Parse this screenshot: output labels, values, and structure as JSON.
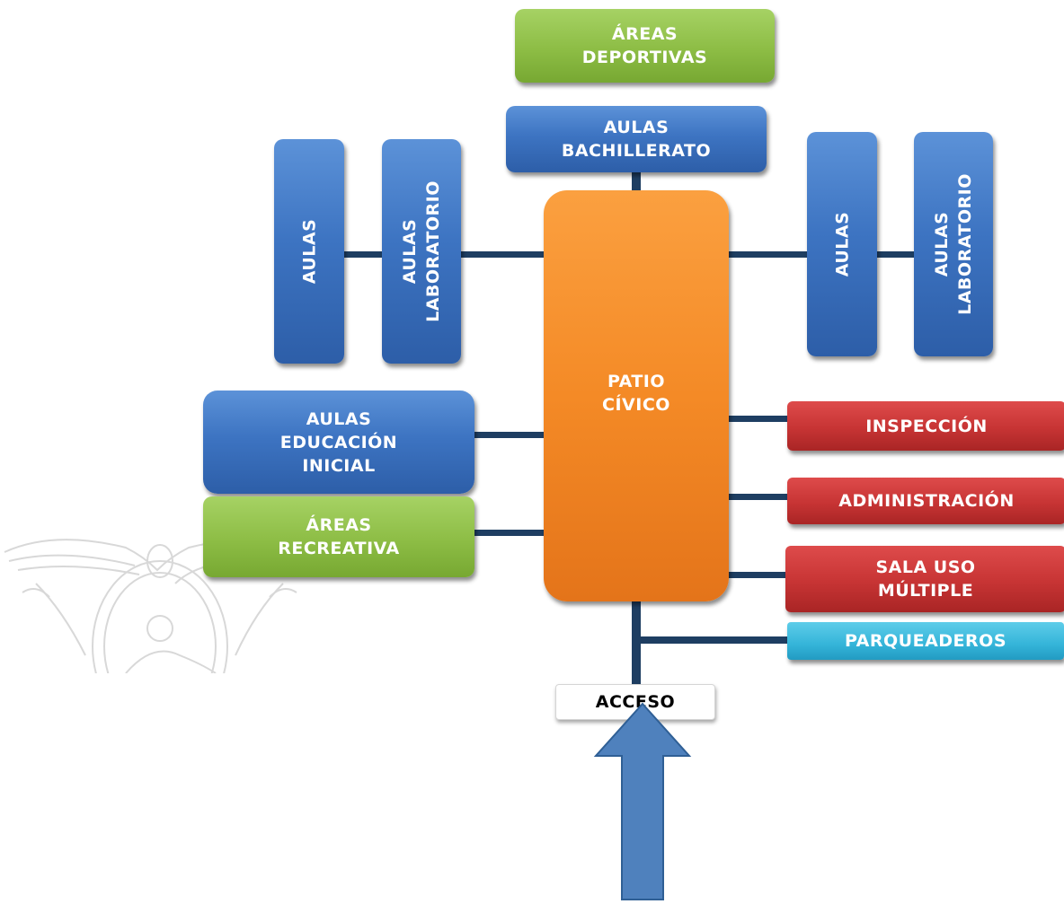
{
  "diagram": {
    "nodes": {
      "areas_deportivas": "ÁREAS\nDEPORTIVAS",
      "aulas_bachillerato": "AULAS\nBACHILLERATO",
      "aulas_left": "AULAS",
      "aulas_laboratorio_left": "AULAS\nLABORATORIO",
      "aulas_right": "AULAS",
      "aulas_laboratorio_right": "AULAS\nLABORATORIO",
      "patio_civico": "PATIO\nCÍVICO",
      "aulas_educacion_inicial": "AULAS\nEDUCACIÓN\nINICIAL",
      "areas_recreativa": "ÁREAS\nRECREATIVA",
      "inspeccion": "INSPECCIÓN",
      "administracion": "ADMINISTRACIÓN",
      "sala_uso_multiple": "SALA USO\nMÚLTIPLE",
      "parqueaderos": "PARQUEADEROS",
      "acceso": "ACCESO"
    },
    "colors": {
      "blue": "#3d74c2",
      "green": "#8dbd45",
      "orange": "#f48a26",
      "red": "#c73434",
      "cyan": "#34b4d9",
      "connector": "#1e3e62",
      "arrow": "#4f81bd"
    }
  }
}
